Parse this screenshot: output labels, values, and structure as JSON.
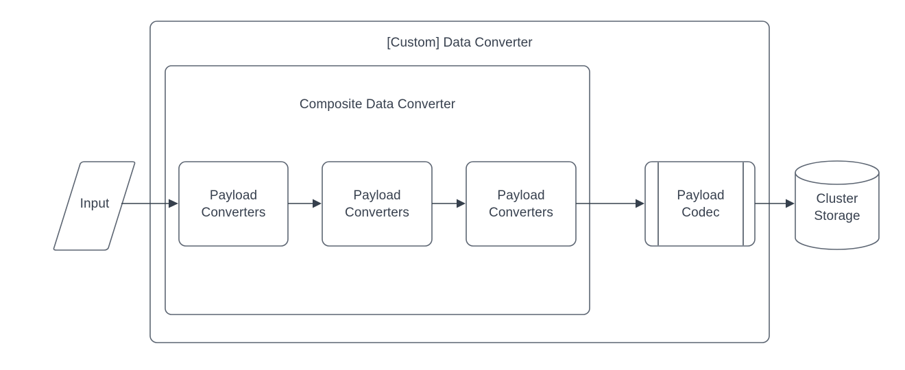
{
  "diagram": {
    "title": "[Custom] Data Converter",
    "background_color": "#ffffff",
    "stroke_color": "#5c6572",
    "text_color": "#37404e",
    "connector_color": "#36404d",
    "containers": [
      {
        "id": "custom-data-converter",
        "label": "[Custom] Data Converter",
        "shape": "rounded-rectangle"
      },
      {
        "id": "composite-data-converter",
        "label": "Composite Data Converter",
        "shape": "rounded-rectangle"
      }
    ],
    "nodes": [
      {
        "id": "input",
        "label": "Input",
        "shape": "parallelogram"
      },
      {
        "id": "payload-converters-1",
        "label": "Payload\nConverters",
        "shape": "rounded-rectangle"
      },
      {
        "id": "payload-converters-2",
        "label": "Payload\nConverters",
        "shape": "rounded-rectangle"
      },
      {
        "id": "payload-converters-3",
        "label": "Payload\nConverters",
        "shape": "rounded-rectangle"
      },
      {
        "id": "payload-codec",
        "label": "Payload\nCodec",
        "shape": "subprocess"
      },
      {
        "id": "cluster-storage",
        "label": "Cluster\nStorage",
        "shape": "cylinder"
      }
    ],
    "edges": [
      {
        "id": "edge-input-to-pc1",
        "from": "input",
        "to": "payload-converters-1",
        "arrow": "filled-triangle"
      },
      {
        "id": "edge-pc1-to-pc2",
        "from": "payload-converters-1",
        "to": "payload-converters-2",
        "arrow": "filled-triangle"
      },
      {
        "id": "edge-pc2-to-pc3",
        "from": "payload-converters-2",
        "to": "payload-converters-3",
        "arrow": "filled-triangle"
      },
      {
        "id": "edge-pc3-to-codec",
        "from": "payload-converters-3",
        "to": "payload-codec",
        "arrow": "filled-triangle"
      },
      {
        "id": "edge-codec-to-storage",
        "from": "payload-codec",
        "to": "cluster-storage",
        "arrow": "filled-triangle"
      }
    ]
  }
}
